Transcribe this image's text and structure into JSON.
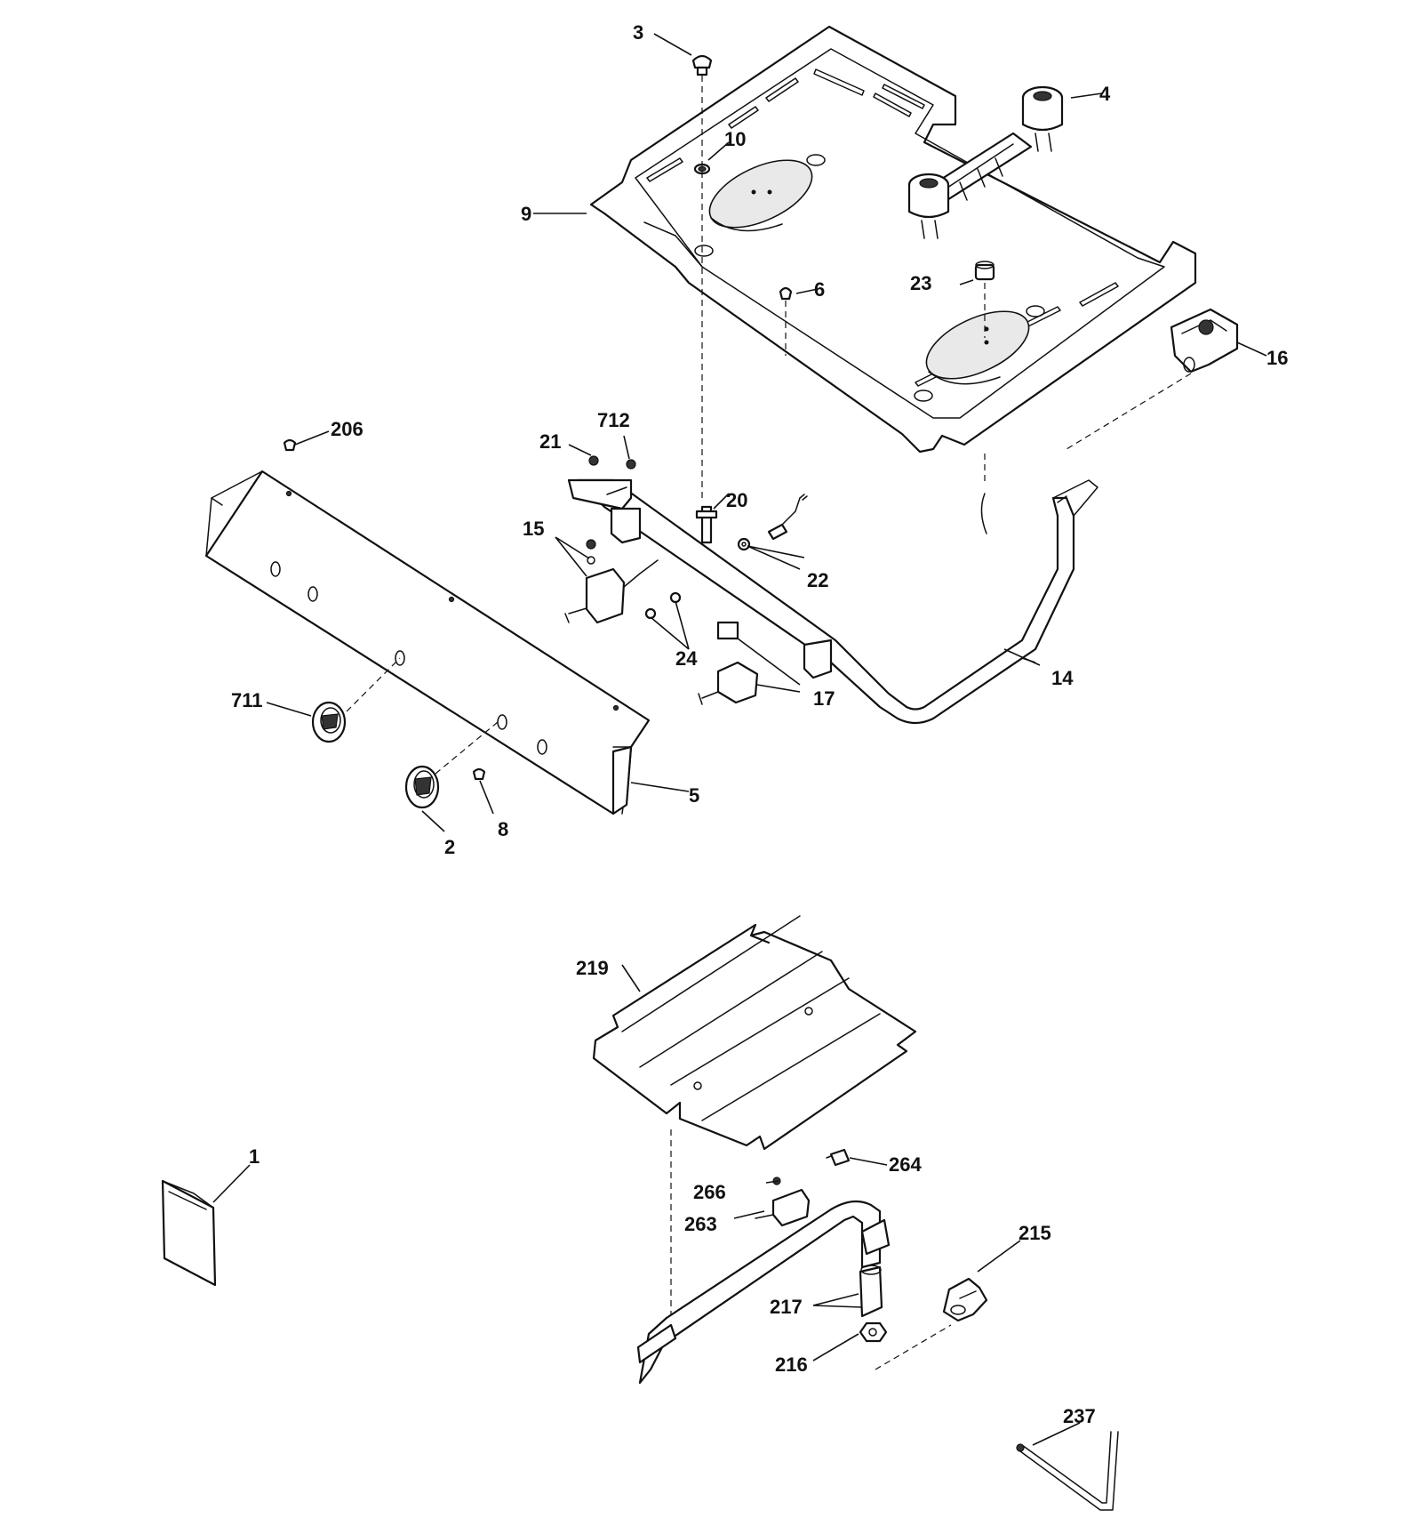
{
  "callouts": {
    "c1": "1",
    "c2": "2",
    "c3": "3",
    "c4": "4",
    "c5": "5",
    "c6": "6",
    "c8": "8",
    "c9": "9",
    "c10": "10",
    "c14": "14",
    "c15": "15",
    "c16": "16",
    "c17": "17",
    "c20": "20",
    "c21": "21",
    "c22": "22",
    "c23": "23",
    "c24": "24",
    "c206": "206",
    "c215": "215",
    "c216": "216",
    "c217": "217",
    "c219": "219",
    "c237": "237",
    "c263": "263",
    "c264": "264",
    "c266": "266",
    "c711": "711",
    "c712": "712"
  }
}
